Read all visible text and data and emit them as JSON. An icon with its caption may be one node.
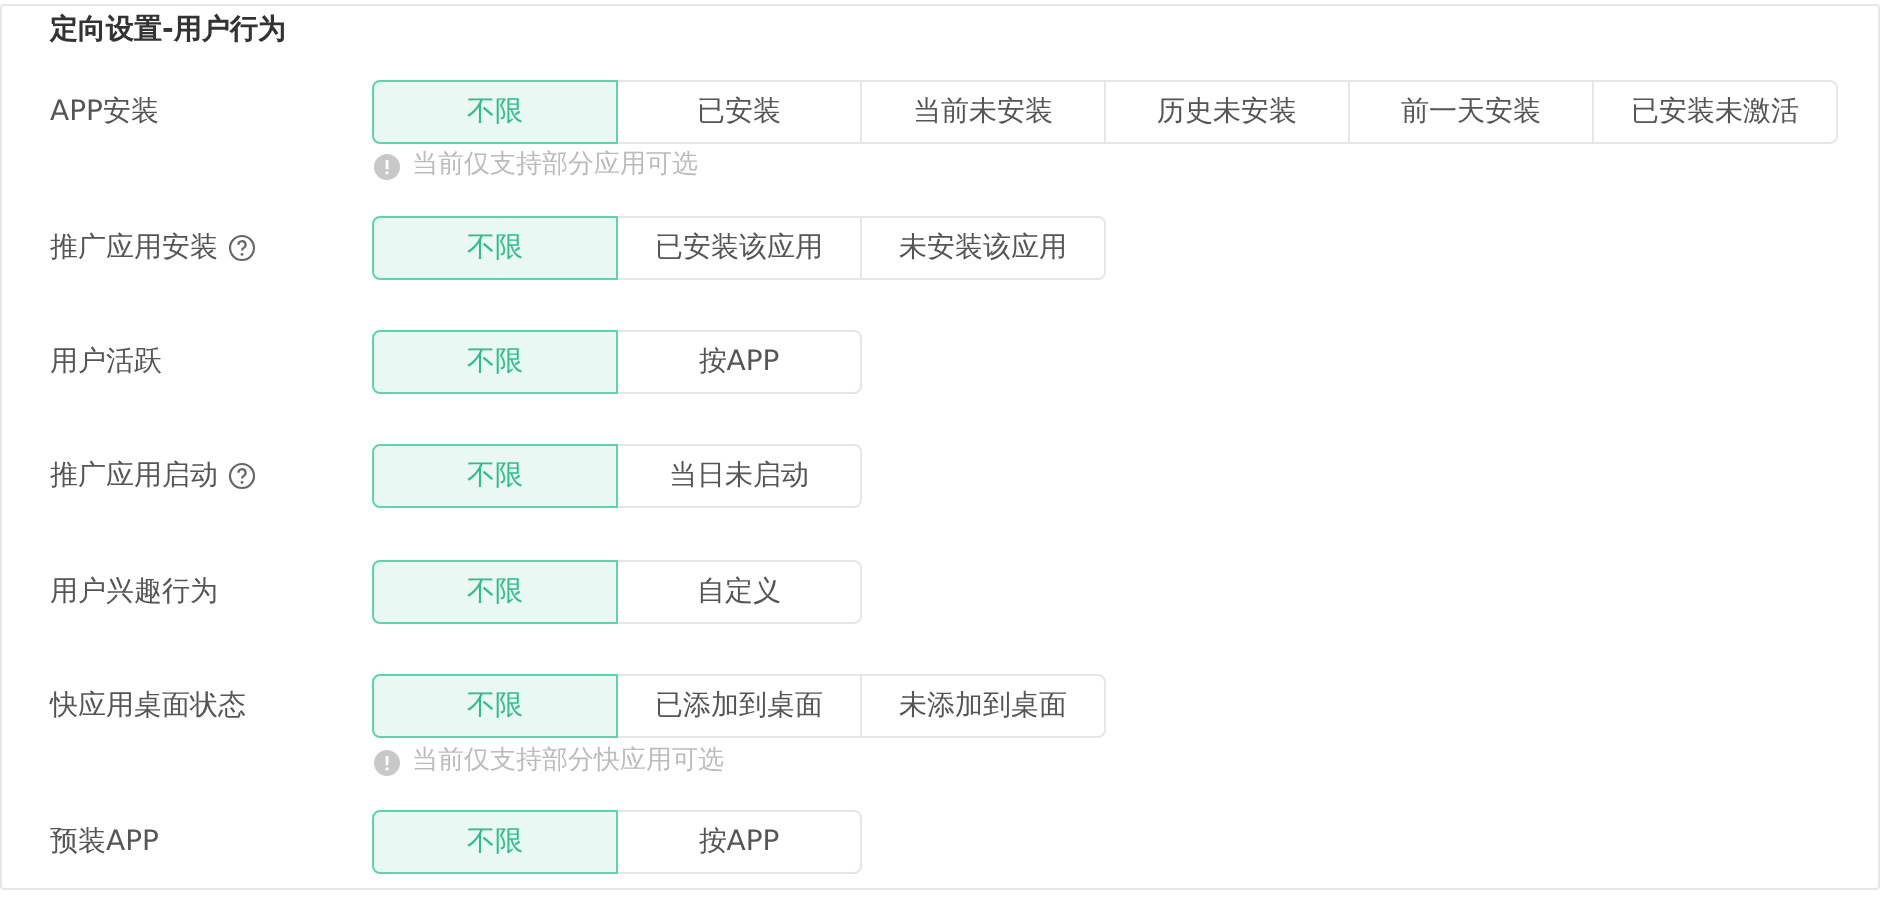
{
  "diagram": {
    "title": "定向设置-用户行为",
    "nodes": [
      {
        "text": [
          "不限"
        ]
      },
      {
        "text": [
          "已安装"
        ]
      },
      {
        "text": [
          "当前未安装"
        ]
      },
      {
        "text": [
          "历史未安装"
        ]
      },
      {
        "text": [
          "前一天安装"
        ]
      },
      {
        "text": [
          "已安装未激活"
        ]
      },
      {
        "text": [
          "不限"
        ]
      },
      {
        "text": [
          "已安装该应用"
        ]
      },
      {
        "text": [
          "未安装该应用"
        ]
      },
      {
        "text": [
          "不限"
        ]
      },
      {
        "text": [
          "按APP"
        ]
      },
      {
        "text": [
          "不限"
        ]
      },
      {
        "text": [
          "当日未启动"
        ]
      },
      {
        "text": [
          "不限"
        ]
      },
      {
        "text": [
          "自定义"
        ]
      },
      {
        "text": [
          "不限"
        ]
      },
      {
        "text": [
          "已添加到桌面"
        ]
      },
      {
        "text": [
          "未添加到桌面"
        ]
      },
      {
        "text": [
          "不限"
        ]
      },
      {
        "text": [
          "按APP"
        ]
      }
    ],
    "labels": [
      "APP安装",
      "当前仅支持部分应用可选",
      "推广应用安装",
      "用户活跃",
      "推广应用启动",
      "用户兴趣行为",
      "快应用桌面状态",
      "当前仅支持部分快应用可选",
      "预装APP"
    ]
  }
}
